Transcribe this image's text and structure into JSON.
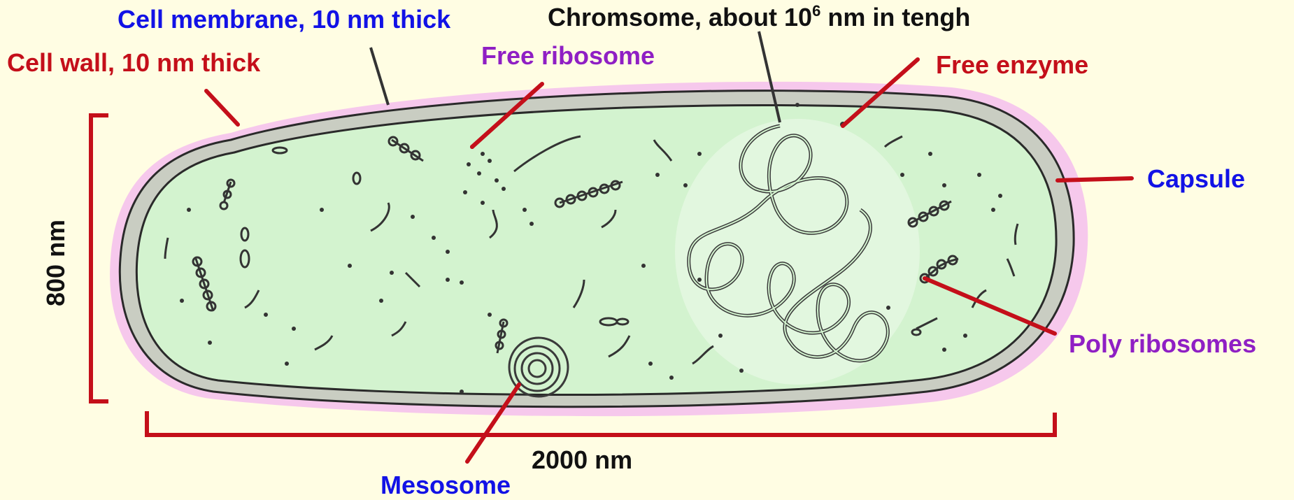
{
  "labels": {
    "cell_membrane": "Cell membrane, 10 nm thick",
    "chromosome_prefix": "Chromsome, about 10",
    "chromosome_exponent": "6",
    "chromosome_suffix": " nm in tengh",
    "cell_wall": "Cell wall, 10 nm thick",
    "free_ribosome": "Free ribosome",
    "free_enzyme": "Free enzyme",
    "capsule": "Capsule",
    "poly_ribosomes": "Poly ribosomes",
    "mesosome": "Mesosome",
    "height_dimension": "800 nm",
    "width_dimension": "2000 nm"
  },
  "colors": {
    "background": "#fffde3",
    "capsule_fill": "#f6c8ec",
    "cytoplasm_fill": "#d3f3cf",
    "leader_lines": "#c40f1a",
    "blue_labels": "#1212e6",
    "red_labels": "#c40f1a",
    "purple_labels": "#8f1fc4"
  }
}
